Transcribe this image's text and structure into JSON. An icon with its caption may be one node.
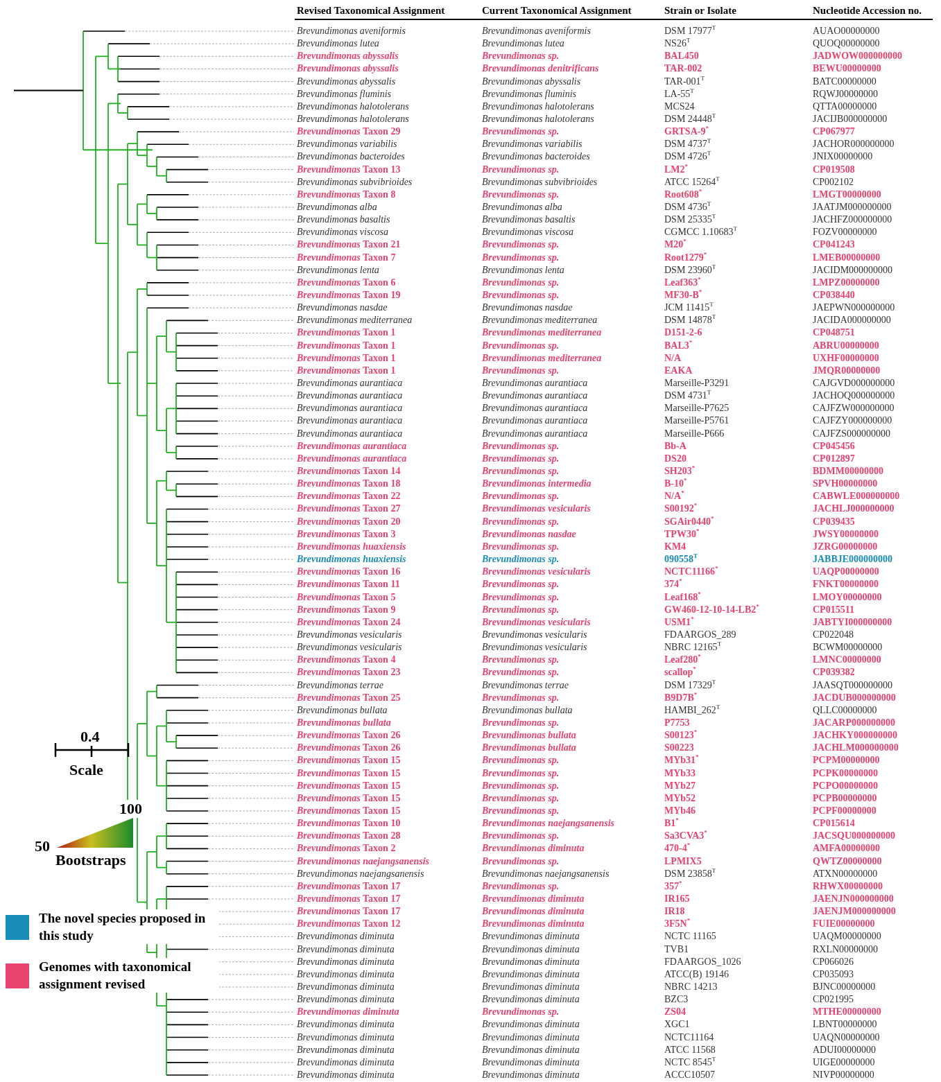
{
  "diagram": {
    "labels": [
      "Revised Taxonomical Assignment",
      "Current Taxonomical Assignment",
      "Strain or Isolate",
      "Nucleotide Accession no.",
      "Brevundimonas aveniformis",
      "Brevundimonas aveniformis",
      "DSM 17977$^{T}$",
      "AUAO00000000",
      "Brevundimonas lutea",
      "Brevundimonas lutea",
      "NS26$^{T}$",
      "QUOQ00000000",
      "Brevundimonas abyssalis",
      "Brevundimonas sp.",
      "BAL450",
      "JADWOW000000000",
      "Brevundimonas abyssalis",
      "Brevundimonas denitrificans",
      "TAR-002",
      "BEWU00000000",
      "Brevundimonas abyssalis",
      "Brevundimonas abyssalis",
      "TAR-001$^{T}$",
      "BATC00000000",
      "Brevundimonas fluminis",
      "Brevundimonas fluminis",
      "LA-55$^{T}$",
      "RQWJ00000000",
      "Brevundimonas halotolerans",
      "Brevundimonas halotolerans",
      "MCS24",
      "QTTA00000000",
      "Brevundimonas halotolerans",
      "Brevundimonas halotolerans",
      "DSM 24448$^{T}$",
      "JACIJB000000000",
      "*Brevundimonas* Taxon 29",
      "Brevundimonas sp.",
      "GRTSA-9$^{*}$",
      "CP067977",
      "Brevundimonas variabilis",
      "Brevundimonas variabilis",
      "DSM 4737$^{T}$",
      "JACHOR000000000",
      "Brevundimonas bacteroides",
      "Brevundimonas bacteroides",
      "DSM 4726$^{T}$",
      "JNIX00000000",
      "*Brevundimonas* Taxon 13",
      "Brevundimonas sp.",
      "LM2$^{*}$",
      "CP019508",
      "Brevundimonas subvibrioides",
      "Brevundimonas subvibrioides",
      "ATCC 15264$^{T}$",
      "CP002102",
      "*Brevundimonas* Taxon 8",
      "Brevundimonas sp.",
      "Root608$^{*}$",
      "LMGT00000000",
      "Brevundimonas alba",
      "Brevundimonas alba",
      "DSM 4736$^{T}$",
      "JAATJM000000000",
      "Brevundimonas basaltis",
      "Brevundimonas basaltis",
      "DSM 25335$^{T}$",
      "JACHFZ000000000",
      "Brevundimonas viscosa",
      "Brevundimonas viscosa",
      "CGMCC 1.10683$^{T}$",
      "FOZV00000000",
      "*Brevundimonas* Taxon 21",
      "Brevundimonas sp.",
      "M20$^{*}$",
      "CP041243",
      "*Brevundimonas* Taxon 7",
      "Brevundimonas sp.",
      "Root1279$^{*}$",
      "LMEB00000000",
      "Brevundimonas lenta",
      "Brevundimonas lenta",
      "DSM 23960$^{T}$",
      "JACIDM000000000",
      "*Brevundimonas* Taxon 6",
      "Brevundimonas sp.",
      "Leaf363$^{*}$",
      "LMPZ00000000",
      "*Brevundimonas* Taxon 19",
      "Brevundimonas sp.",
      "MF30-B$^{*}$",
      "CP038440",
      "Brevundimonas nasdae",
      "Brevundimonas nasdae",
      "JCM 11415$^{T}$",
      "JAEPWN000000000",
      "Brevundimonas mediterranea",
      "Brevundimonas mediterranea",
      "DSM 14878$^{T}$",
      "JACIDA000000000",
      "*Brevundimonas* Taxon 1",
      "Brevundimonas mediterranea",
      "D151-2-6",
      "CP048751",
      "*Brevundimonas* Taxon 1",
      "Brevundimonas sp.",
      "BAL3$^{*}$",
      "ABRU00000000",
      "*Brevundimonas* Taxon 1",
      "Brevundimonas mediterranea",
      "N/A",
      "UXHF00000000",
      "*Brevundimonas* Taxon 1",
      "Brevundimonas sp.",
      "EAKA",
      "JMQR00000000",
      "Brevundimonas aurantiaca",
      "Brevundimonas aurantiaca",
      "Marseille-P3291",
      "CAJGVD000000000",
      "Brevundimonas aurantiaca",
      "Brevundimonas aurantiaca",
      "DSM 4731$^{T}$",
      "JACHOQ000000000",
      "Brevundimonas aurantiaca",
      "Brevundimonas aurantiaca",
      "Marseille-P7625",
      "CAJFZW000000000",
      "Brevundimonas aurantiaca",
      "Brevundimonas aurantiaca",
      "Marseille-P5761",
      "CAJFZY000000000",
      "Brevundimonas aurantiaca",
      "Brevundimonas aurantiaca",
      "Marseille-P666",
      "CAJFZS000000000",
      "Brevundimonas aurantiaca",
      "Brevundimonas sp.",
      "Bb-A",
      "CP045456",
      "Brevundimonas aurantiaca",
      "Brevundimonas sp.",
      "DS20",
      "CP012897",
      "*Brevundimonas* Taxon 14",
      "Brevundimonas sp.",
      "SH203$^{*}$",
      "BDMM00000000",
      "*Brevundimonas* Taxon 18",
      "Brevundimonas intermedia",
      "B-10$^{*}$",
      "SPVH00000000",
      "*Brevundimonas* Taxon 22",
      "Brevundimonas sp.",
      "N/A$^{*}$",
      "CABWLE000000000",
      "*Brevundimonas* Taxon 27",
      "Brevundimonas vesicularis",
      "S00192$^{*}$",
      "JACHLJ000000000",
      "*Brevundimonas* Taxon 20",
      "Brevundimonas sp.",
      "SGAir0440$^{*}$",
      "CP039435",
      "*Brevundimonas* Taxon 3",
      "Brevundimonas nasdae",
      "TPW30$^{*}$",
      "JWSY00000000",
      "Brevundimonas huaxiensis",
      "Brevundimonas sp.",
      "KM4",
      "JZRG00000000",
      "Brevundimonas huaxiensis",
      "Brevundimonas sp.",
      "090558$^{T}$",
      "JABBJE000000000",
      "*Brevundimonas* Taxon 16",
      "Brevundimonas vesicularis",
      "NCTC11166$^{*}$",
      "UAQP00000000",
      "*Brevundimonas* Taxon 11",
      "Brevundimonas sp.",
      "374$^{*}$",
      "FNKT00000000",
      "*Brevundimonas* Taxon 5",
      "Brevundimonas sp.",
      "Leaf168$^{*}$",
      "LMOY00000000",
      "*Brevundimonas* Taxon 9",
      "Brevundimonas sp.",
      "GW460-12-10-14-LB2$^{*}$",
      "CP015511",
      "*Brevundimonas* Taxon 24",
      "Brevundimonas vesicularis",
      "USM1$^{*}$",
      "JABTYI000000000",
      "Brevundimonas vesicularis",
      "Brevundimonas vesicularis",
      "FDAARGOS_289",
      "CP022048",
      "Brevundimonas vesicularis",
      "Brevundimonas vesicularis",
      "NBRC 12165$^{T}$",
      "BCWM00000000",
      "*Brevundimonas* Taxon 4",
      "Brevundimonas sp.",
      "Leaf280$^{*}$",
      "LMNC00000000",
      "*Brevundimonas* Taxon 23",
      "Brevundimonas sp.",
      "scallop$^{*}$",
      "CP039382",
      "Brevundimonas terrae",
      "Brevundimonas terrae",
      "DSM 17329$^{T}$",
      "JAASQT000000000",
      "*Brevundimonas* Taxon 25",
      "Brevundimonas sp.",
      "B9D7B$^{*}$",
      "JACDUB000000000",
      "Brevundimonas bullata",
      "Brevundimonas bullata",
      "HAMBI_262$^{T}$",
      "QLLC00000000",
      "Brevundimonas bullata",
      "Brevundimonas sp.",
      "P7753",
      "JACARP000000000",
      "*Brevundimonas* Taxon 26",
      "Brevundimonas bullata",
      "S00123$^{*}$",
      "JACHKY000000000",
      "*Brevundimonas* Taxon 26",
      "Brevundimonas bullata",
      "S00223",
      "JACHLM000000000",
      "*Brevundimonas* Taxon 15",
      "Brevundimonas sp.",
      "MYb31$^{*}$",
      "PCPM00000000",
      "*Brevundimonas* Taxon 15",
      "Brevundimonas sp.",
      "MYb33",
      "PCPK00000000",
      "*Brevundimonas* Taxon 15",
      "Brevundimonas sp.",
      "MYb27",
      "PCPO00000000",
      "*Brevundimonas* Taxon 15",
      "Brevundimonas sp.",
      "MYb52",
      "PCPB00000000",
      "*Brevundimonas* Taxon 15",
      "Brevundimonas sp.",
      "MYb46",
      "PCPF00000000",
      "*Brevundimonas* Taxon 10",
      "Brevundimonas naejangsanensis",
      "B1$^{*}$",
      "CP015614",
      "*Brevundimonas* Taxon 28",
      "Brevundimonas sp.",
      "Sa3CVA3$^{*}$",
      "JACSQU000000000",
      "*Brevundimonas* Taxon 2",
      "Brevundimonas diminuta",
      "470-4$^{*}$",
      "AMFA00000000",
      "Brevundimonas naejangsanensis",
      "Brevundimonas sp.",
      "LPMIX5",
      "QWTZ00000000",
      "Brevundimonas naejangsanensis",
      "Brevundimonas naejangsanensis",
      "DSM 23858$^{T}$",
      "ATXN00000000",
      "*Brevundimonas* Taxon 17",
      "Brevundimonas sp.",
      "357$^{*}$",
      "RHWX00000000",
      "*Brevundimonas* Taxon 17",
      "Brevundimonas diminuta",
      "IR165",
      "JAENJN000000000",
      "*Brevundimonas* Taxon 17",
      "Brevundimonas diminuta",
      "IR18",
      "JAENJM000000000",
      "*Brevundimonas* Taxon 12",
      "Brevundimonas diminuta",
      "3F5N$^{*}$",
      "FUIE00000000",
      "Brevundimonas diminuta",
      "Brevundimonas diminuta",
      "NCTC 11165",
      "UAQM00000000",
      "Brevundimonas diminuta",
      "Brevundimonas diminuta",
      "TVB1",
      "RXLN00000000",
      "Brevundimonas diminuta",
      "Brevundimonas diminuta",
      "FDAARGOS_1026",
      "CP066026",
      "Brevundimonas diminuta",
      "Brevundimonas diminuta",
      "ATCC(B) 19146",
      "CP035093",
      "Brevundimonas diminuta",
      "Brevundimonas diminuta",
      "NBRC 14213",
      "BJNC00000000",
      "Brevundimonas diminuta",
      "Brevundimonas diminuta",
      "BZC3",
      "CP021995",
      "Brevundimonas diminuta",
      "Brevundimonas sp.",
      "ZS04",
      "MTHE00000000",
      "Brevundimonas diminuta",
      "Brevundimonas diminuta",
      "XGC1",
      "LBNT00000000",
      "Brevundimonas diminuta",
      "Brevundimonas diminuta",
      "NCTC11164",
      "UAQN00000000",
      "Brevundimonas diminuta",
      "Brevundimonas diminuta",
      "ATCC 11568",
      "ADUI00000000",
      "Brevundimonas diminuta",
      "Brevundimonas diminuta",
      "NCTC 8545$^{T}$",
      "UIGE00000000",
      "Brevundimonas diminuta",
      "Brevundimonas diminuta",
      "ACCC10507",
      "NIVP00000000",
      "0.4",
      "Scale",
      "100",
      "50",
      "Bootstraps"
    ],
    "legend": [
      {
        "text": "The novel species proposed in this study",
        "color": "#1a8cb8"
      },
      {
        "text": "Genomes with taxonomical assignment revised",
        "color": "#e8436f"
      }
    ]
  }
}
